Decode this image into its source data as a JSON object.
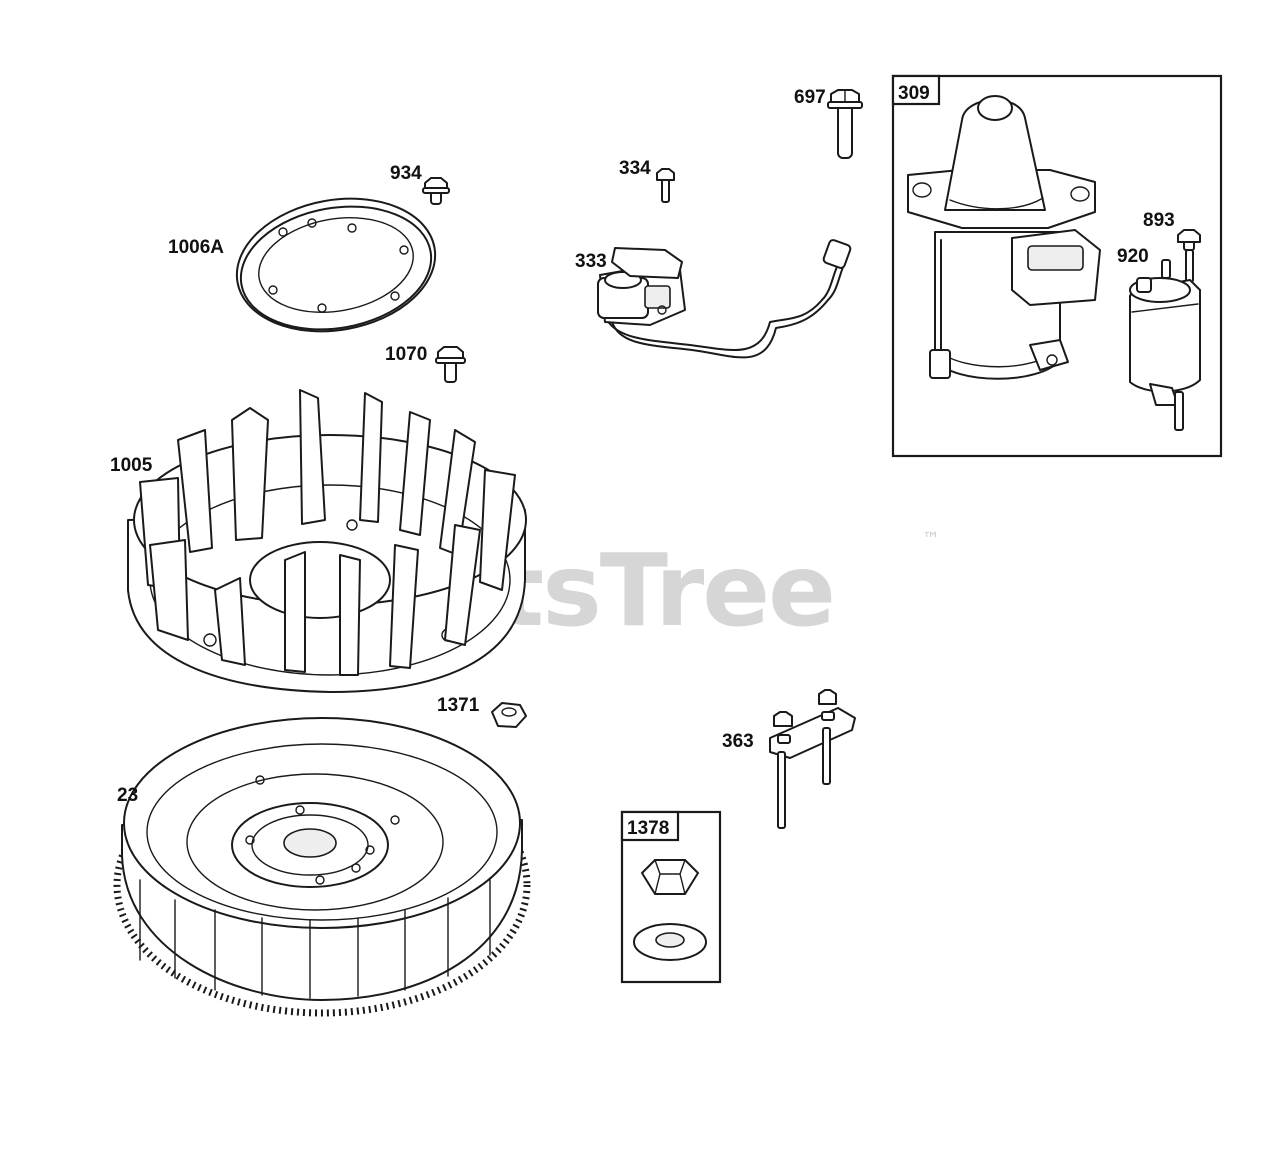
{
  "watermark": {
    "text": "PartsTree",
    "trademark": "™"
  },
  "callouts": {
    "p697": "697",
    "p309": "309",
    "p934": "934",
    "p334": "334",
    "p1006a": "1006A",
    "p893": "893",
    "p333": "333",
    "p920": "920",
    "p1070": "1070",
    "p1005": "1005",
    "p1371": "1371",
    "p363": "363",
    "p23": "23",
    "p1378": "1378"
  }
}
